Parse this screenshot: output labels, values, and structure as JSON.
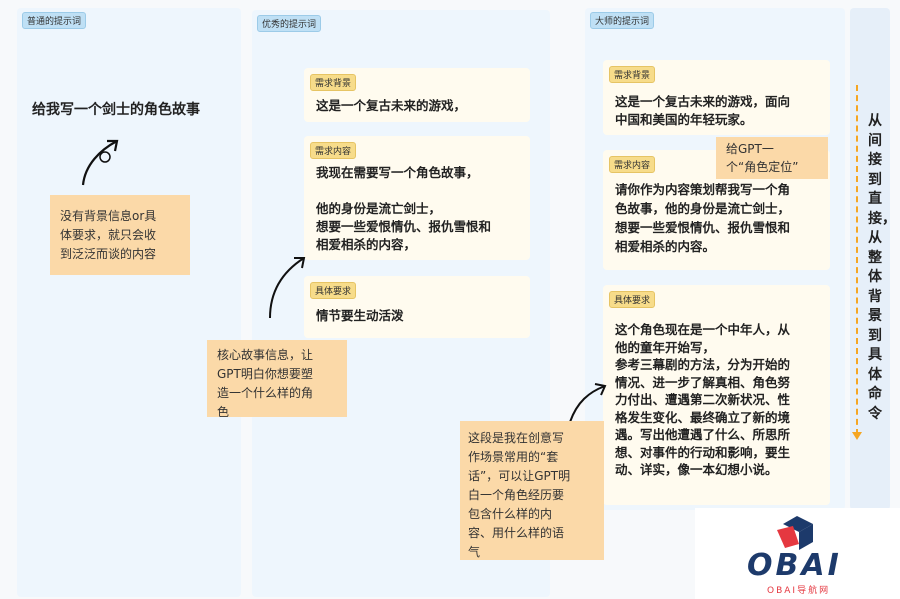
{
  "columns": [
    {
      "label": "普通的提示词",
      "prompt": "给我写一个剑士的角色故事",
      "note": "没有背景信息or具\n体要求，就只会收\n到泛泛而谈的内容"
    },
    {
      "label": "优秀的提示词",
      "cards": [
        {
          "tag": "需求背景",
          "text": "这是一个复古未来的游戏，"
        },
        {
          "tag": "需求内容",
          "text": "我现在需要写一个角色故事，\n\n他的身份是流亡剑士，\n想要一些爱恨情仇、报仇雪恨和\n相爱相杀的内容，"
        },
        {
          "tag": "具体要求",
          "text": "情节要生动活泼"
        }
      ],
      "note": "核心故事信息，让\nGPT明白你想要塑\n造一个什么样的角\n色"
    },
    {
      "label": "大师的提示词",
      "cards": [
        {
          "tag": "需求背景",
          "text": "这是一个复古未来的游戏，面向\n中国和美国的年轻玩家。"
        },
        {
          "tag": "需求内容",
          "text": "请你作为内容策划帮我写一个角\n色故事，他的身份是流亡剑士，\n想要一些爱恨情仇、报仇雪恨和\n相爱相杀的内容。"
        },
        {
          "tag": "具体要求",
          "text": "这个角色现在是一个中年人，从\n他的童年开始写，\n参考三幕剧的方法，分为开始的\n情况、进一步了解真相、角色努\n力付出、遭遇第二次新状况、性\n格发生变化、最终确立了新的境\n遇。写出他遭遇了什么、所思所\n想、对事件的行动和影响，要生\n动、详实，像一本幻想小说。"
        }
      ],
      "bubble": "给GPT一\n个“角色定位”",
      "note": "这段是我在创意写\n作场景常用的“套\n话”，可以让GPT明\n白一个角色经历要\n包含什么样的内\n容、用什么样的语\n气"
    }
  ],
  "side_label": "从间接到直接，从整体背景到具体命令",
  "logo": {
    "main": "OBAI",
    "sub": "OBAI导航网"
  },
  "colors": {
    "accent": "#f5a623",
    "highlight": "#6fe0d2",
    "logo_blue": "#1d3a6b",
    "logo_red": "#e53840"
  }
}
